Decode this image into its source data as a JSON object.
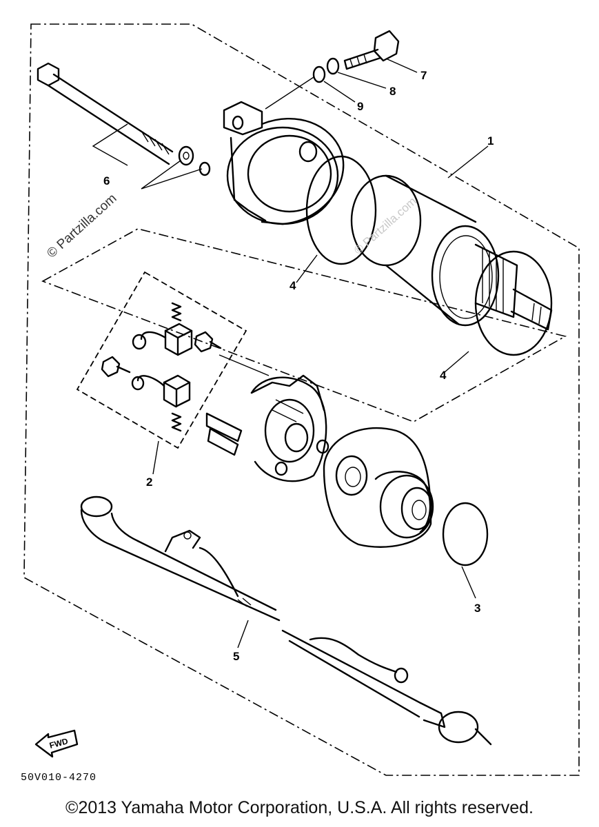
{
  "diagram": {
    "callouts": [
      "1",
      "2",
      "3",
      "4",
      "4",
      "5",
      "6",
      "7",
      "8",
      "9"
    ],
    "part_code": "50V010-4270",
    "fwd_label": "FWD",
    "watermark_primary": "© Partzilla.com",
    "watermark_secondary": "© Partzilla.com"
  },
  "footer": {
    "copyright": "©2013 Yamaha Motor Corporation, U.S.A. All rights reserved."
  }
}
